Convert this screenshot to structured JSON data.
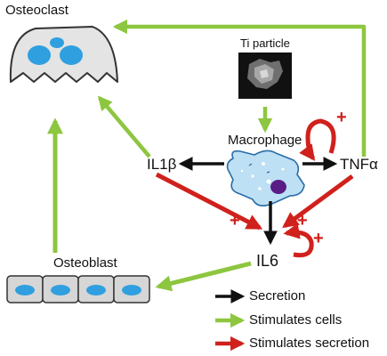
{
  "nodes": {
    "osteoclast": "Osteoclast",
    "ti_particle": "Ti particle",
    "macrophage": "Macrophage",
    "il1b": "IL1β",
    "tnfa": "TNFα",
    "il6": "IL6",
    "osteoblast": "Osteoblast"
  },
  "plus_sign": "+",
  "legend": [
    {
      "label": "Secretion",
      "color": "#111111"
    },
    {
      "label": "Stimulates cells",
      "color": "#8dc63f"
    },
    {
      "label": "Stimulates secretion",
      "color": "#d0211c"
    }
  ],
  "colors": {
    "secretion": "#111111",
    "stimulates_cells": "#8dc63f",
    "stimulates_secretion": "#d0211c",
    "cell_fill_light": "#bde0f4",
    "nucleus_blue": "#2f9fe0",
    "nucleus_purple": "#5a1d86",
    "osteoclast_fill": "#e4e4e4"
  }
}
